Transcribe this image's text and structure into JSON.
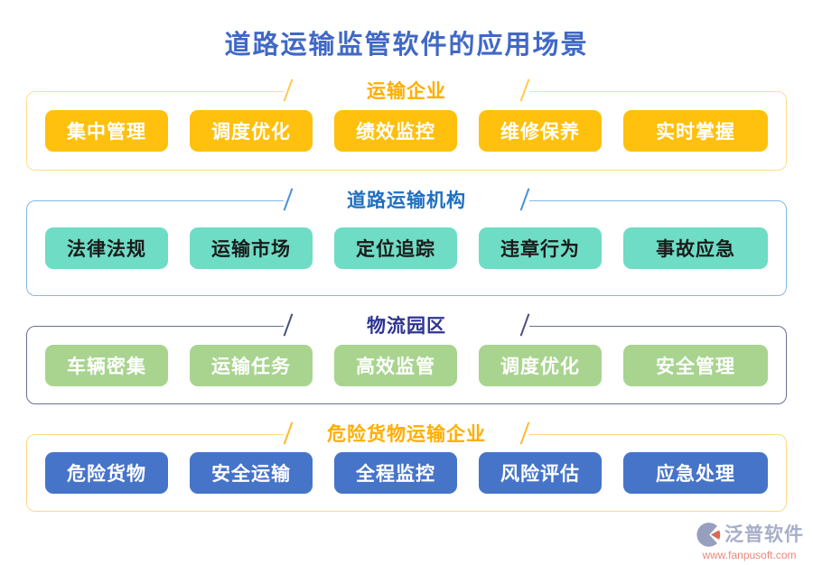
{
  "page": {
    "title": "道路运输监管软件的应用场景",
    "title_color": "#4068C6"
  },
  "sections": [
    {
      "id": "transport-enterprise",
      "title": "运输企业",
      "accent_color": "#FFAE00",
      "line_color": "#FFC94D",
      "box_border_color": "#FFDE8A",
      "button_bg": "#FFC00E",
      "button_fg": "#FFFFFF",
      "items": [
        "集中管理",
        "调度优化",
        "绩效监控",
        "维修保养",
        "实时掌握"
      ]
    },
    {
      "id": "road-transport-authority",
      "title": "道路运输机构",
      "accent_color": "#1D6FC2",
      "line_color": "#4A90D9",
      "box_border_color": "#85B7E8",
      "button_bg": "#6FDCC5",
      "button_fg": "#1B1B1B",
      "items": [
        "法律法规",
        "运输市场",
        "定位追踪",
        "违章行为",
        "事故应急"
      ]
    },
    {
      "id": "logistics-park",
      "title": "物流园区",
      "accent_color": "#2E3490",
      "line_color": "#4A4F7E",
      "box_border_color": "#6A6F96",
      "button_bg": "#A8D48F",
      "button_fg": "#FFFFFF",
      "items": [
        "车辆密集",
        "运输任务",
        "高效监管",
        "调度优化",
        "安全管理"
      ]
    },
    {
      "id": "dangerous-goods-enterprise",
      "title": "危险货物运输企业",
      "accent_color": "#FFAE00",
      "line_color": "#FFB82E",
      "box_border_color": "#FFD97F",
      "button_bg": "#4674C9",
      "button_fg": "#FFFFFF",
      "items": [
        "危险货物",
        "安全运输",
        "全程监控",
        "风险评估",
        "应急处理"
      ]
    }
  ],
  "watermark": {
    "brand": "泛普软件",
    "url": "www.fanpusoft.com",
    "brand_color": "#A6AEC9",
    "url_color": "#E8897C",
    "logo_primary_color": "#96A0BE",
    "logo_accent_color": "#DA6A55"
  }
}
